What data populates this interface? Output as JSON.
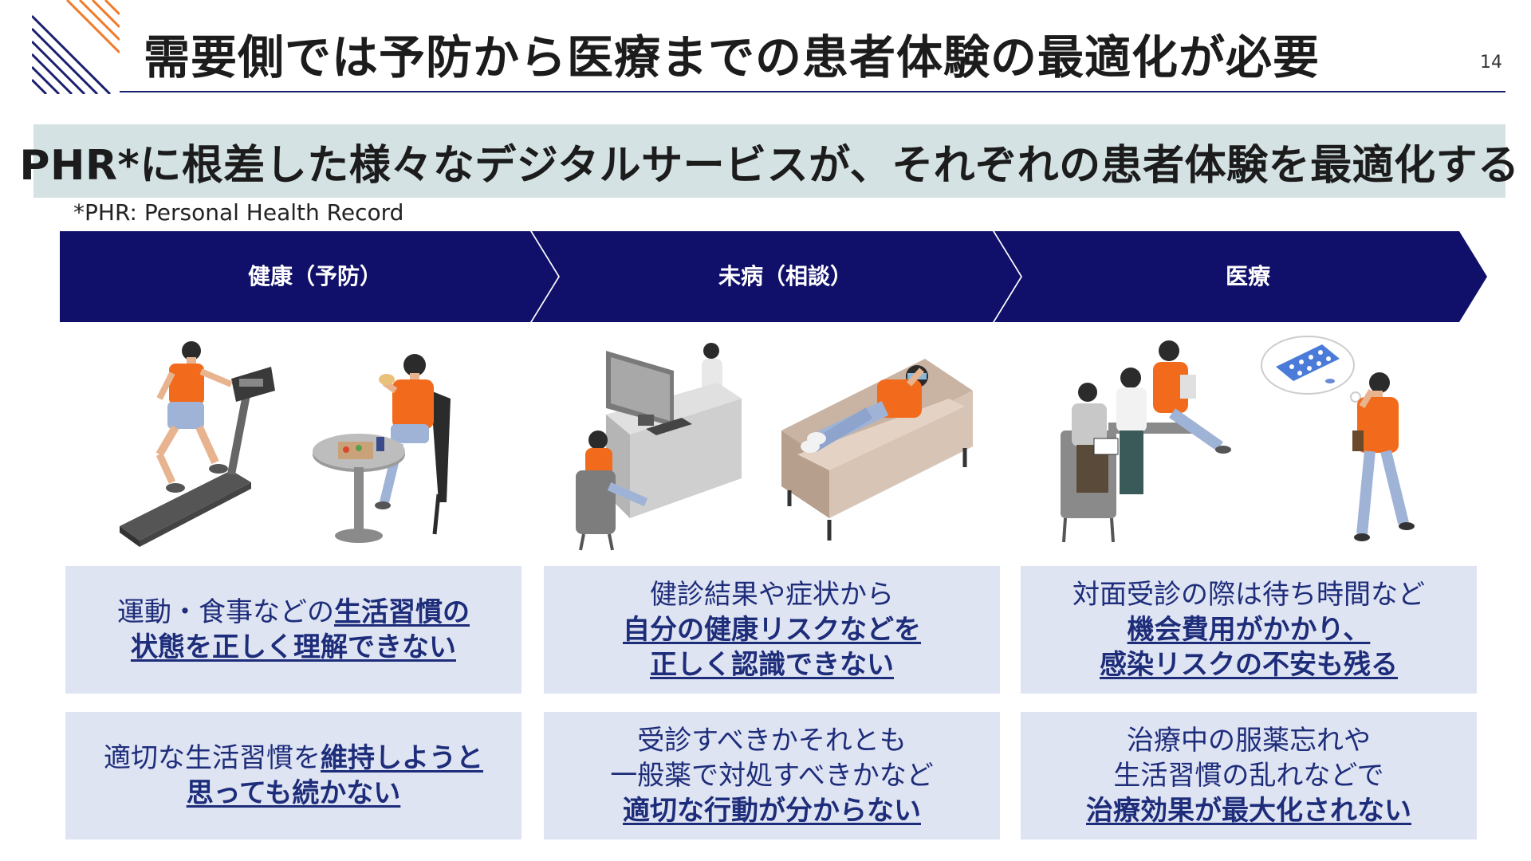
{
  "header": {
    "title": "需要側では予防から医療までの患者体験の最適化が必要",
    "page_number": "14"
  },
  "banner": {
    "text": "PHR*に根差した様々なデジタルサービスが、それぞれの患者体験を最適化する",
    "footnote": "*PHR: Personal Health Record"
  },
  "colors": {
    "navy": "#10106a",
    "banner_bg": "#d4e2e4",
    "box_bg": "#dfe4f3",
    "text_blue": "#1e2d7a",
    "accent_orange": "#f26a1b",
    "hatch_orange": "#f07a2a"
  },
  "stages": [
    {
      "label": "健康（予防）",
      "boxes": [
        {
          "lines": [
            [
              {
                "t": "運動・食事などの",
                "em": false
              },
              {
                "t": "生活習慣の",
                "em": true
              }
            ],
            [
              {
                "t": "状態を正しく理解できない",
                "em": true
              }
            ]
          ]
        },
        {
          "lines": [
            [
              {
                "t": "適切な生活習慣を",
                "em": false
              },
              {
                "t": "維持しようと",
                "em": true
              }
            ],
            [
              {
                "t": "思っても続かない",
                "em": true
              }
            ]
          ]
        }
      ]
    },
    {
      "label": "未病（相談）",
      "boxes": [
        {
          "lines": [
            [
              {
                "t": "健診結果や症状から",
                "em": false
              }
            ],
            [
              {
                "t": "自分の健康リスクなどを",
                "em": true
              }
            ],
            [
              {
                "t": "正しく認識できない",
                "em": true
              }
            ]
          ]
        },
        {
          "lines": [
            [
              {
                "t": "受診すべきかそれとも",
                "em": false
              }
            ],
            [
              {
                "t": "一般薬で対処すべきかなど",
                "em": false
              }
            ],
            [
              {
                "t": "適切な行動が分からない",
                "em": true
              }
            ]
          ]
        }
      ]
    },
    {
      "label": "医療",
      "boxes": [
        {
          "lines": [
            [
              {
                "t": "対面受診の際は待ち時間など",
                "em": false
              }
            ],
            [
              {
                "t": "機会費用がかかり、",
                "em": true
              }
            ],
            [
              {
                "t": "感染リスクの不安も残る",
                "em": true
              }
            ]
          ]
        },
        {
          "lines": [
            [
              {
                "t": "治療中の服薬忘れや",
                "em": false
              }
            ],
            [
              {
                "t": "生活習慣の乱れなどで",
                "em": false
              }
            ],
            [
              {
                "t": "治療効果が最大化されない",
                "em": true
              }
            ]
          ]
        }
      ]
    }
  ],
  "illustrations": [
    {
      "icon": "treadmill-runner-icon"
    },
    {
      "icon": "person-eating-at-table-icon"
    },
    {
      "icon": "online-consultation-desk-icon"
    },
    {
      "icon": "sick-person-on-sofa-icon"
    },
    {
      "icon": "waiting-room-patients-icon"
    },
    {
      "icon": "person-forgetting-medicine-icon"
    }
  ]
}
